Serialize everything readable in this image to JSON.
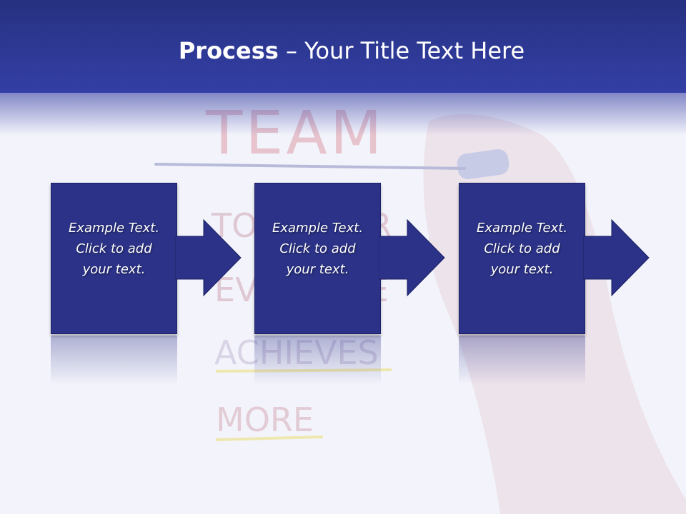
{
  "slide": {
    "title_bold": "Process",
    "title_rest": " – Your Title Text Here"
  },
  "background": {
    "word_team": "TEAM",
    "word_together": "TOGETHER",
    "word_everyone": "EVERYONE",
    "word_achieves": "ACHIEVES",
    "word_more": "MORE"
  },
  "steps": [
    {
      "text": "Example Text.\nClick  to add\nyour text."
    },
    {
      "text": "Example Text.\nClick  to add\nyour text."
    },
    {
      "text": "Example Text.\nClick  to add\nyour text."
    }
  ],
  "colors": {
    "header": "#2d3796",
    "box": "#2b3287",
    "arrow": "#2b3287"
  }
}
